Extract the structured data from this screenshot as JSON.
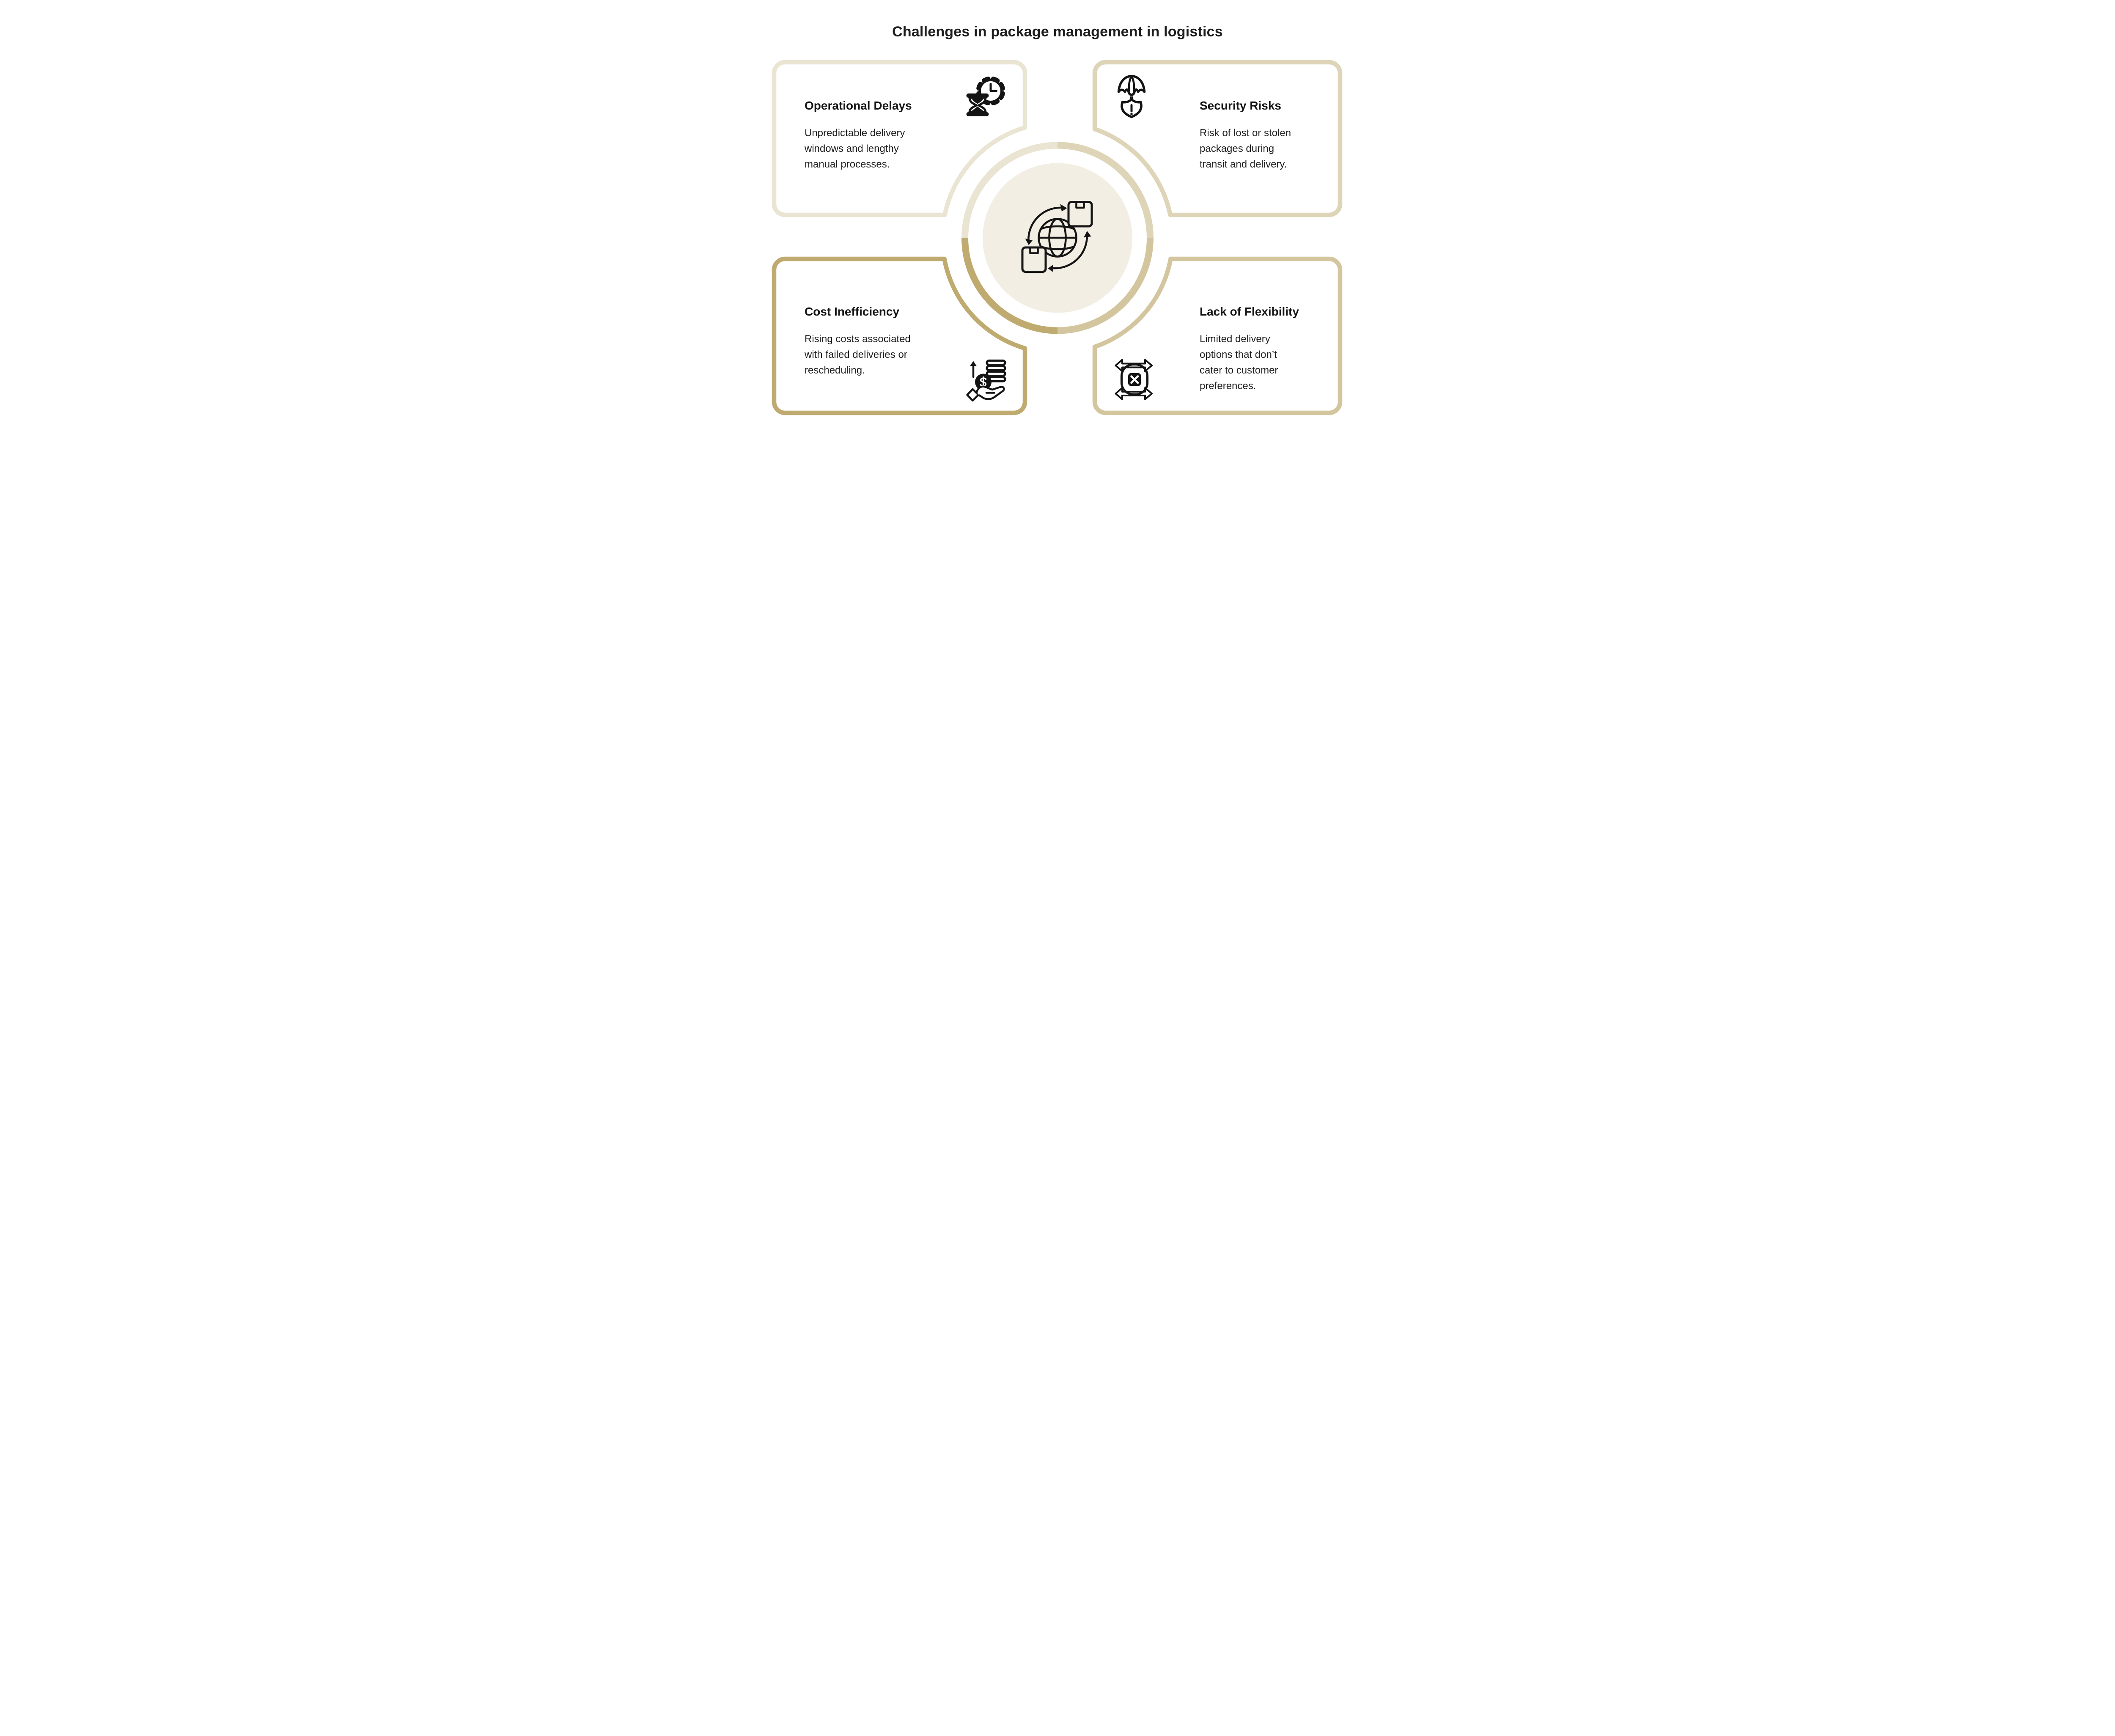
{
  "page": {
    "title": "Challenges in package management in logistics",
    "background": "#FFFFFF"
  },
  "palette": {
    "quadrant_top_left": "#EAE4D3",
    "quadrant_top_right": "#DED4B7",
    "quadrant_bottom_right": "#D3C69F",
    "quadrant_bottom_left": "#BFAB6F",
    "center_circle_fill": "#F2EEE3",
    "ink": "#141414",
    "background": "#FFFFFF"
  },
  "center": {
    "icon": "global-package-exchange-icon"
  },
  "cards": [
    {
      "position": "top-left",
      "title": "Operational Delays",
      "body": "Unpredictable delivery\nwindows and lengthy\nmanual processes.",
      "icon": "hourglass-gear-clock-icon"
    },
    {
      "position": "top-right",
      "title": "Security Risks",
      "body": "Risk of lost or stolen\npackages during\ntransit and delivery.",
      "icon": "umbrella-shield-alert-icon"
    },
    {
      "position": "bottom-left",
      "title": "Cost Inefficiency",
      "body": "Rising costs associated\nwith failed deliveries or\nrescheduling.",
      "icon": "hand-coins-icon"
    },
    {
      "position": "bottom-right",
      "title": "Lack of Flexibility",
      "body": "Limited delivery\noptions that don’t\ncater to customer\npreferences.",
      "icon": "restricted-flexibility-arrows-icon"
    }
  ]
}
